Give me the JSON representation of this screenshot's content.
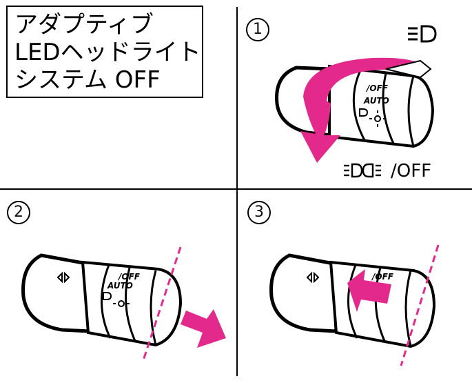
{
  "title": {
    "line1": "アダプティブ",
    "line2": "LEDヘッドライト",
    "line3": "システム OFF"
  },
  "steps": [
    "1",
    "2",
    "3"
  ],
  "panel1": {
    "switch_off_label": "/OFF",
    "stalk_auto": "AUTO",
    "stalk_off": "/OFF"
  },
  "panel2": {
    "stalk_auto": "AUTO",
    "stalk_off": "/OFF"
  },
  "panel3": {
    "stalk_off": "/OFF"
  },
  "colors": {
    "accent": "#E4298C",
    "line": "#000000"
  },
  "icons": [
    "high-beam-icon",
    "adaptive-headlight-icon",
    "headlight-icon",
    "parking-light-icon",
    "turn-signal-icon"
  ]
}
